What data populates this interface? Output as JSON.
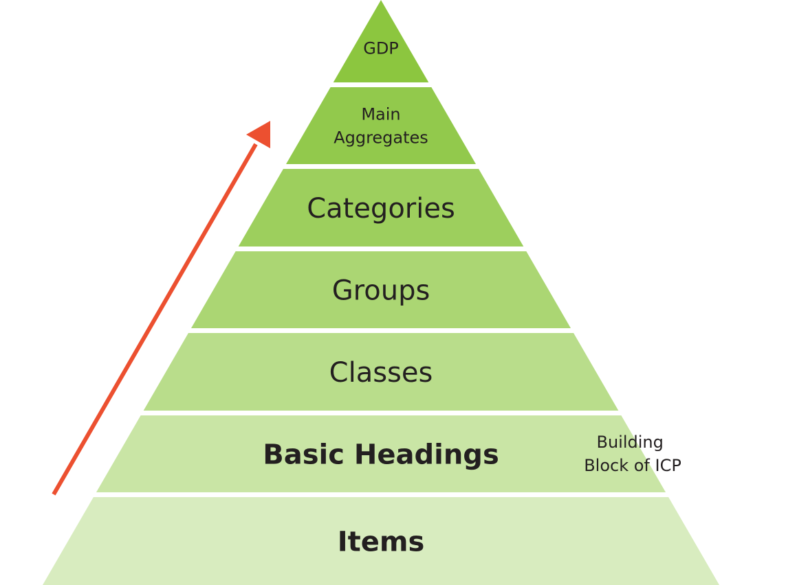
{
  "pyramid": {
    "levels": [
      {
        "lines": [
          "GDP"
        ],
        "color": "#8cc63f"
      },
      {
        "lines": [
          "Main",
          "Aggregates"
        ],
        "color": "#92c94c"
      },
      {
        "lines": [
          "Categories"
        ],
        "color": "#9dcf5d"
      },
      {
        "lines": [
          "Groups"
        ],
        "color": "#abd673"
      },
      {
        "lines": [
          "Classes"
        ],
        "color": "#b9dd8b"
      },
      {
        "lines": [
          "Basic Headings"
        ],
        "color": "#c9e5a5"
      },
      {
        "lines": [
          "Items"
        ],
        "color": "#d8ecbf"
      }
    ]
  },
  "side_label": {
    "lines": [
      "Building",
      "Block of ICP"
    ]
  },
  "arrow": {
    "color": "#ec5030",
    "direction": "upward"
  }
}
